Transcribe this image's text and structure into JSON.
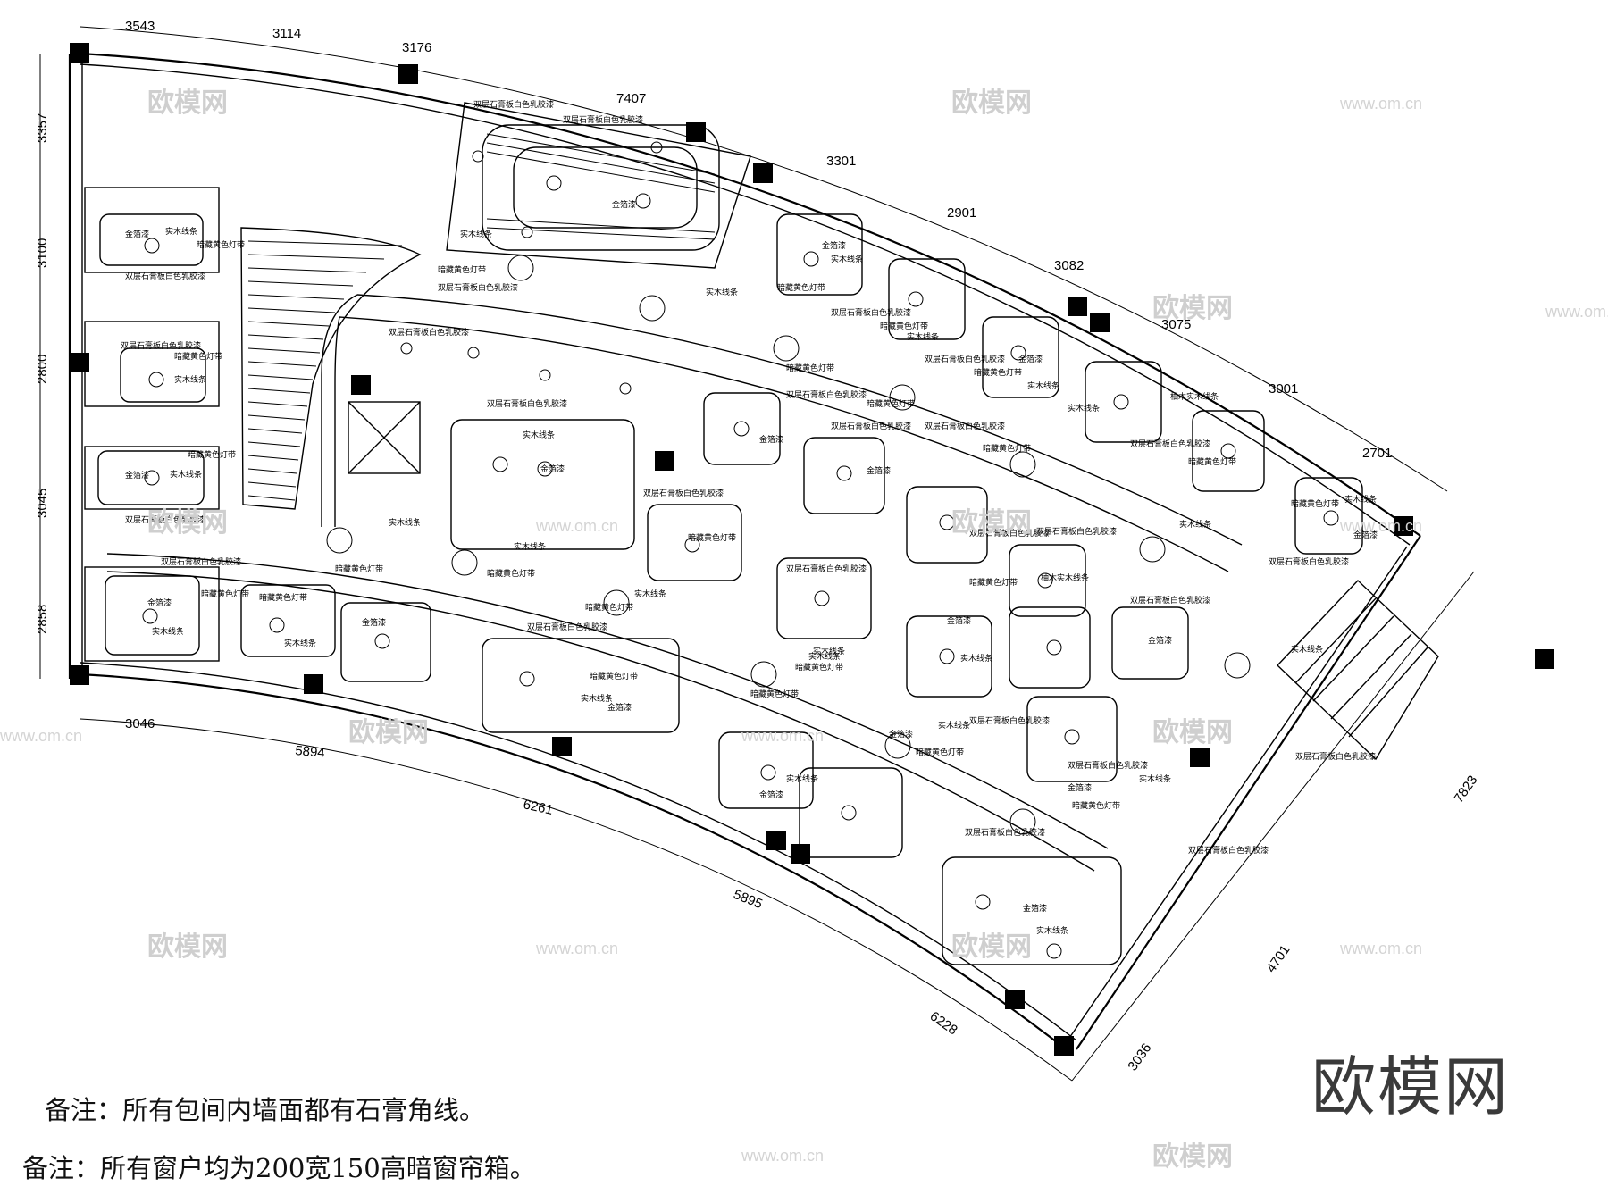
{
  "dimensions": {
    "top": [
      "3543",
      "3114",
      "3176",
      "7407",
      "3301",
      "2901",
      "3082",
      "3075",
      "3001",
      "2701"
    ],
    "left": [
      "3357",
      "3100",
      "2800",
      "3045",
      "2858"
    ],
    "bottom": [
      "3046",
      "5894",
      "6261",
      "5895",
      "6228",
      "3036",
      "4701",
      "7823"
    ]
  },
  "annotations": {
    "double_gypsum": "双层石膏板白色乳胶漆",
    "gold_foil": "金箔漆",
    "wood_strip": "实木线条",
    "yellow_light": "暗藏黄色灯带",
    "walnut_strip": "柚木实木线条",
    "ceiling_light": "暗藏黄色灯带"
  },
  "notes": {
    "note1": "备注：所有包间内墙面都有石膏角线。",
    "note2": "备注：所有窗户均为200宽150高暗窗帘箱。"
  },
  "watermark": {
    "brand": "欧模网",
    "url": "www.om.cn"
  },
  "logo": "欧模网"
}
